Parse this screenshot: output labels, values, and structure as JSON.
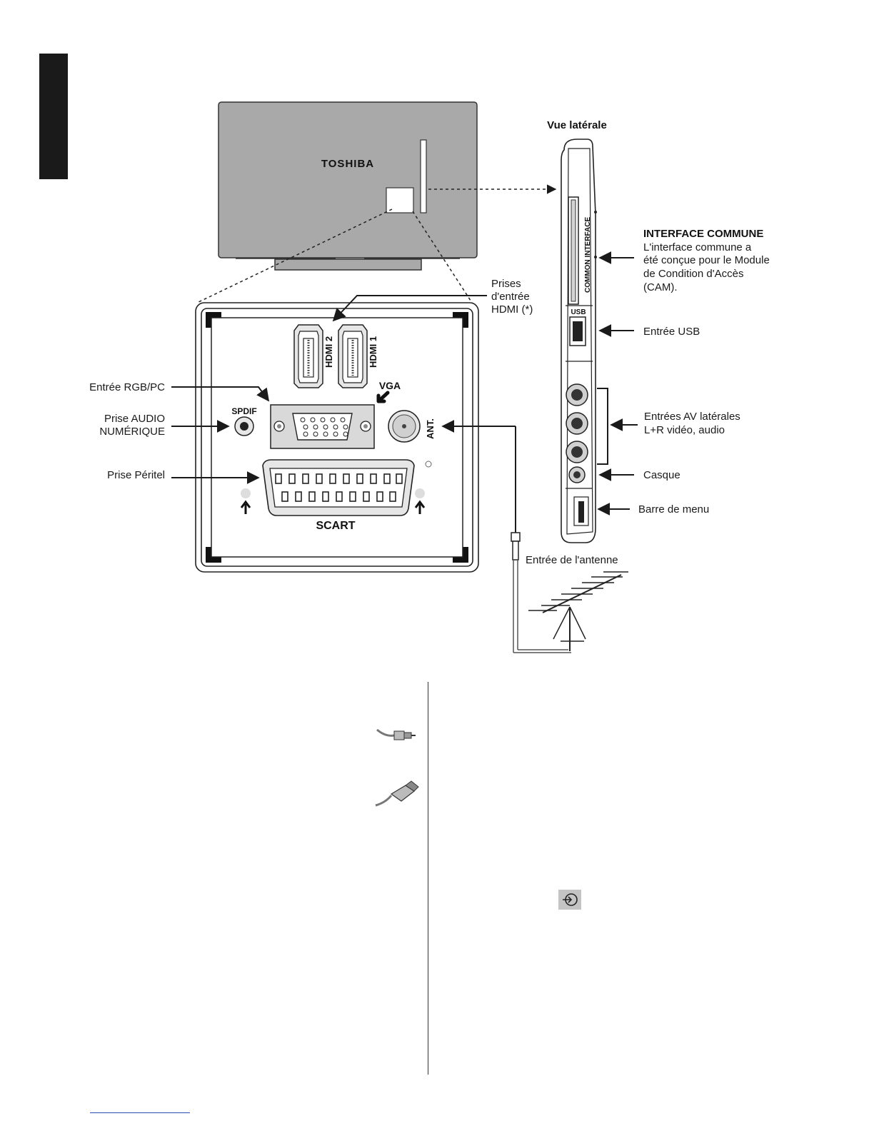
{
  "brand": "TOSHIBA",
  "side_view_title": "Vue latérale",
  "labels": {
    "hdmi_inputs": [
      "Prises",
      "d'entrée",
      "HDMI (*)"
    ],
    "rgb_pc": "Entrée RGB/PC",
    "audio_digital": [
      "Prise AUDIO",
      "NUMÉRIQUE"
    ],
    "peritel": "Prise Péritel",
    "antenna_input": "Entrée de l'antenne",
    "ci_title": "INTERFACE COMMUNE",
    "ci_desc": [
      "L'interface commune a",
      "été conçue pour le Module",
      "de Condition d'Accès",
      "(CAM)."
    ],
    "usb": "Entrée USB",
    "av_side": [
      "Entrées AV latérales",
      "L+R vidéo, audio"
    ],
    "headphones": "Casque",
    "menu_bar": "Barre de menu"
  },
  "ports": {
    "hdmi1": "HDMI 1",
    "hdmi2": "HDMI 2",
    "vga": "VGA",
    "spdif": "SPDIF",
    "ant": "ANT.",
    "scart": "SCART",
    "common_interface": "COMMON INTERFACE",
    "usb": "USB"
  },
  "colors": {
    "tv_back": "#a9a9a9",
    "ink": "#1a1a1a"
  }
}
